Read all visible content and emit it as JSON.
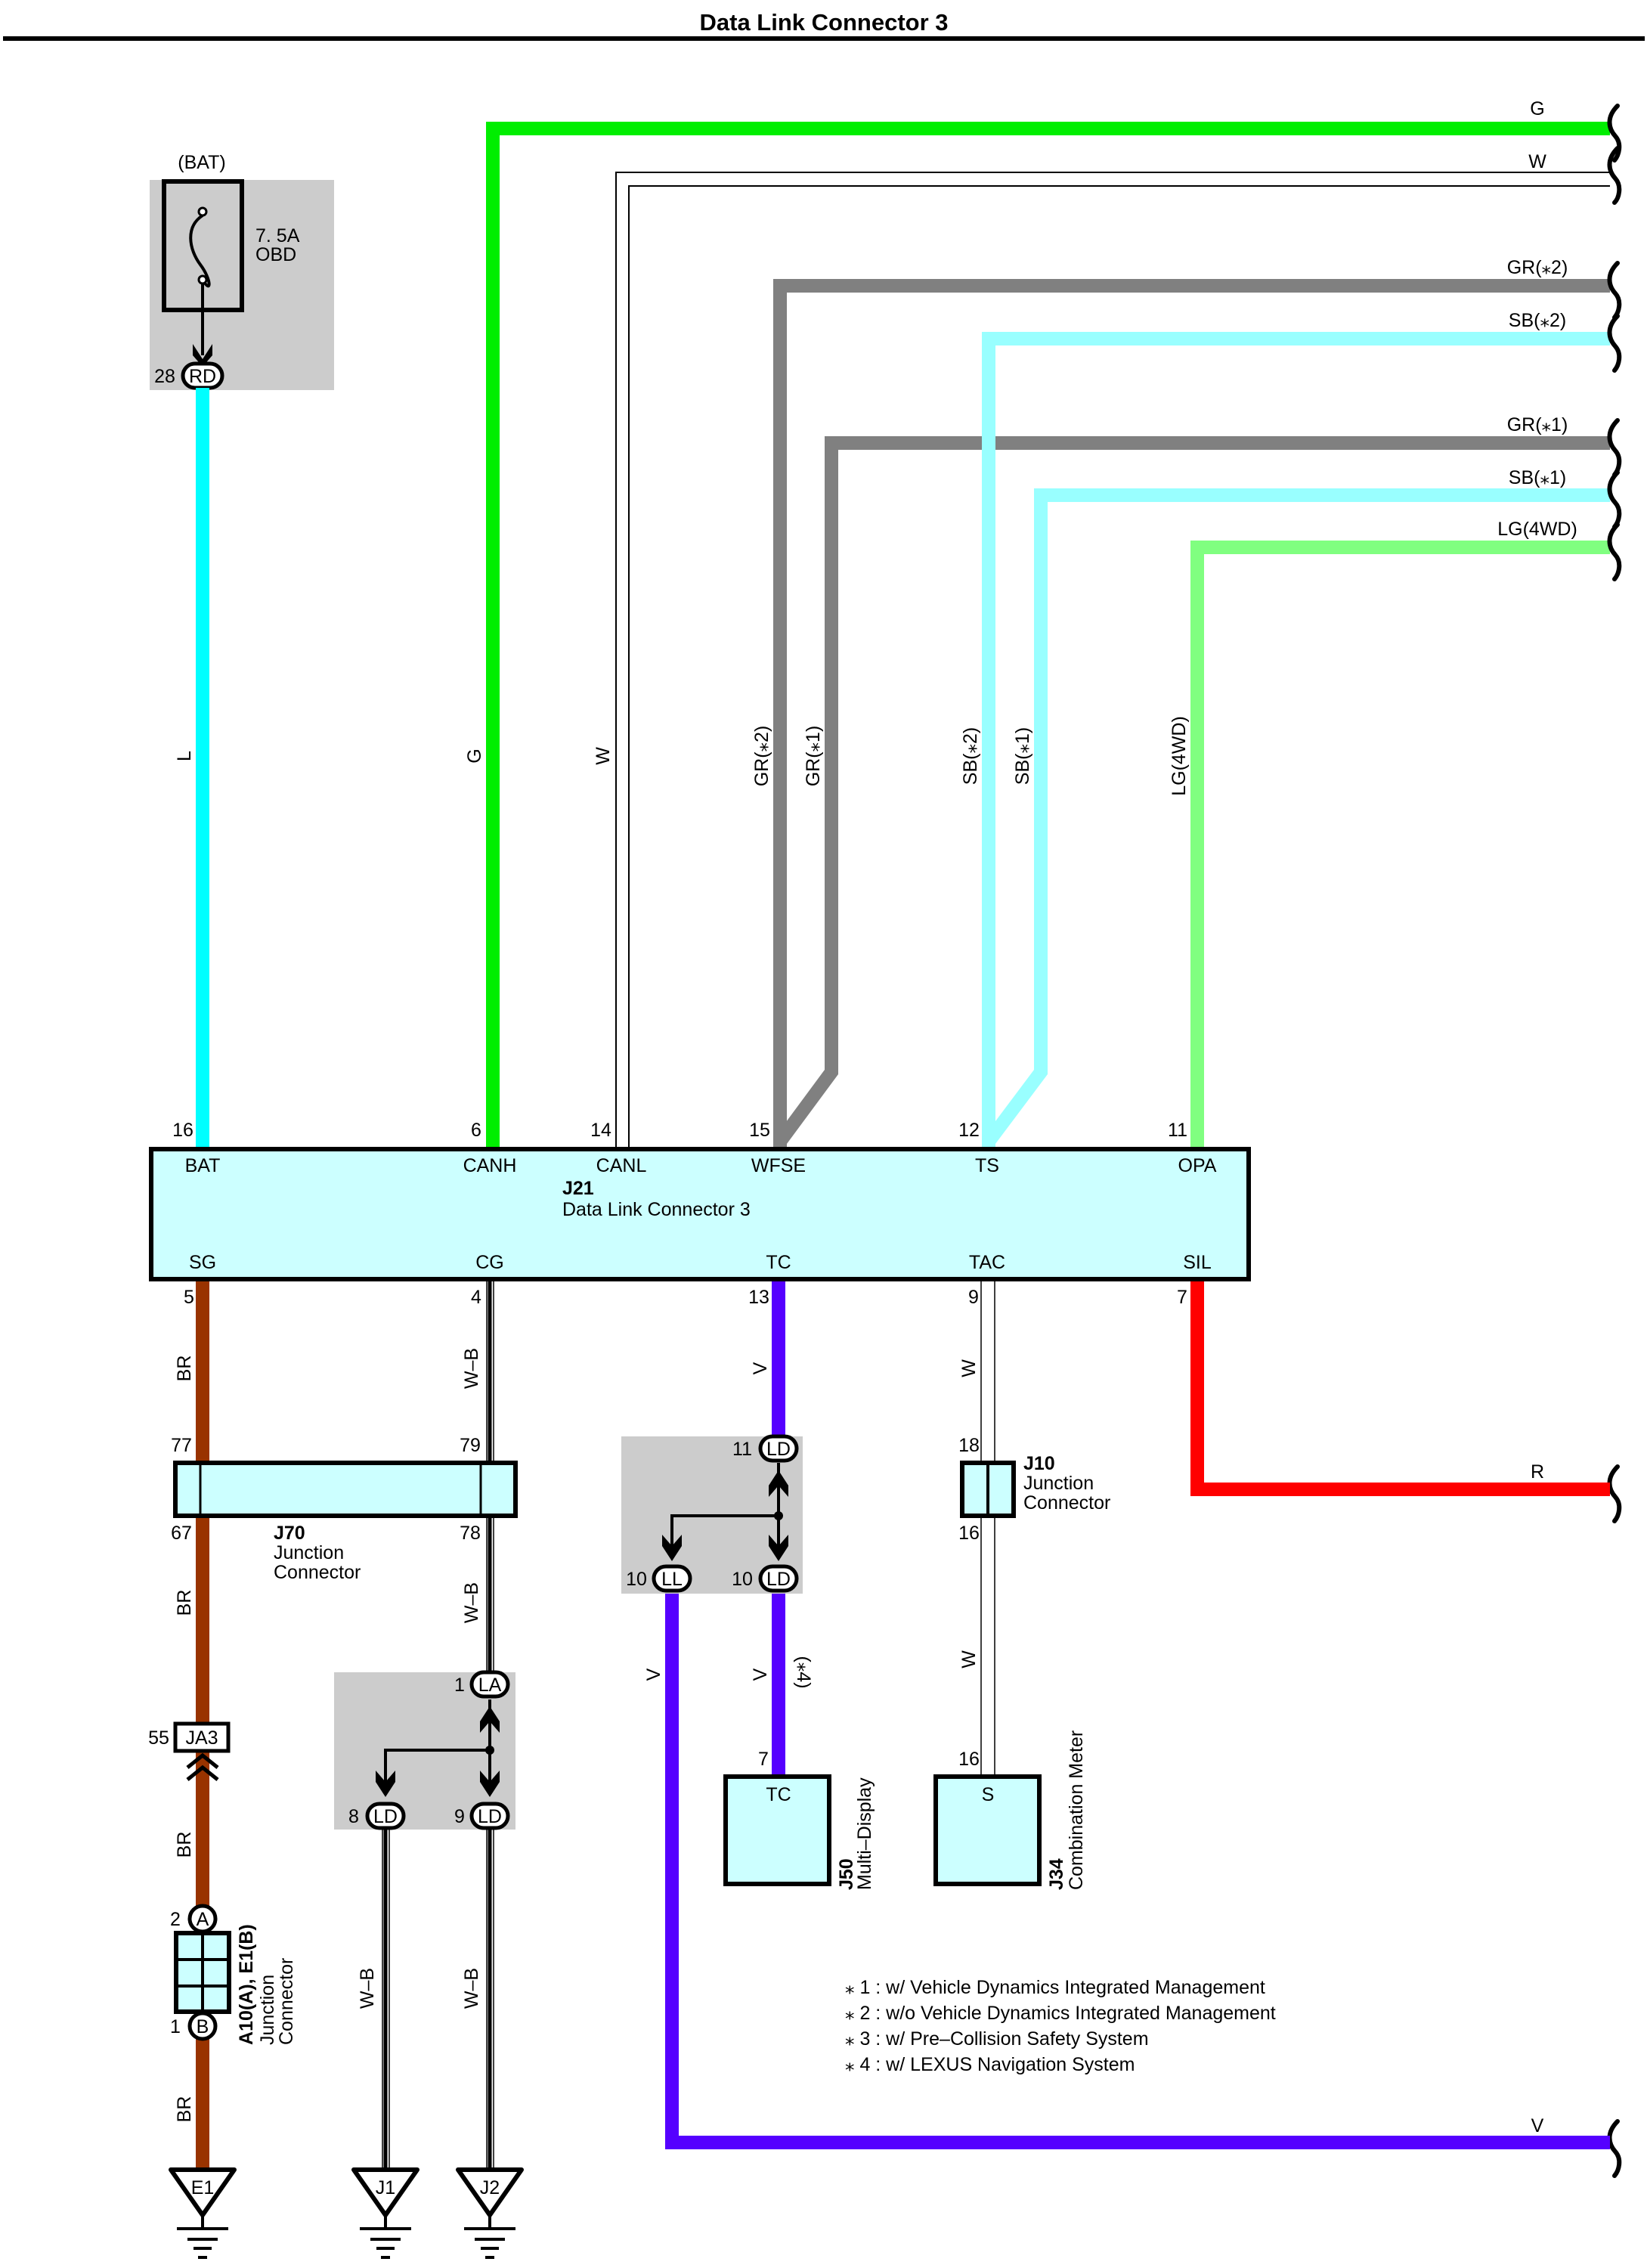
{
  "title": "Data Link Connector 3",
  "colors": {
    "L": "#00ffff",
    "G": "#00ee00",
    "GR": "#808080",
    "SB": "#99ffff",
    "LG": "#80ff80",
    "BR": "#993300",
    "V": "#5500ff",
    "R": "#ff0000",
    "W": "#ffffff",
    "connector_fill": "#ccffff",
    "shade": "#cccccc"
  },
  "fuse": {
    "source": "(BAT)",
    "rating": "7. 5A",
    "name": "OBD",
    "terminal_pin": "28",
    "terminal_code": "RD"
  },
  "main_connector": {
    "id": "J21",
    "name": "Data Link Connector 3",
    "top_pins": [
      {
        "pin": "16",
        "name": "BAT",
        "wire": "L"
      },
      {
        "pin": "6",
        "name": "CANH",
        "wire": "G"
      },
      {
        "pin": "14",
        "name": "CANL",
        "wire": "W"
      },
      {
        "pin": "15",
        "name": "WFSE",
        "wire": "GR"
      },
      {
        "pin": "12",
        "name": "TS",
        "wire": "SB"
      },
      {
        "pin": "11",
        "name": "OPA",
        "wire": "LG"
      }
    ],
    "bottom_pins": [
      {
        "pin": "5",
        "name": "SG",
        "wire": "BR"
      },
      {
        "pin": "4",
        "name": "CG",
        "wire": "W-B"
      },
      {
        "pin": "13",
        "name": "TC",
        "wire": "V"
      },
      {
        "pin": "9",
        "name": "TAC",
        "wire": "W"
      },
      {
        "pin": "7",
        "name": "SIL",
        "wire": "R"
      }
    ]
  },
  "upper_wire_labels": {
    "L": "L",
    "G": "G",
    "W": "W",
    "GR2": "GR(⁎2)",
    "GR1": "GR(⁎1)",
    "SB2": "SB(⁎2)",
    "SB1": "SB(⁎1)",
    "LG": "LG(4WD)"
  },
  "right_exits": [
    {
      "label": "G"
    },
    {
      "label": "W"
    },
    {
      "label": "GR(⁎2)"
    },
    {
      "label": "SB(⁎2)"
    },
    {
      "label": "GR(⁎1)"
    },
    {
      "label": "SB(⁎1)"
    },
    {
      "label": "LG(4WD)"
    },
    {
      "label": "R"
    },
    {
      "label": "V"
    }
  ],
  "lower_wire_labels": {
    "BR": "BR",
    "WB": "W–B",
    "V": "V",
    "W": "W",
    "V4": "(⁎4)"
  },
  "j70": {
    "id": "J70",
    "line1": "Junction",
    "line2": "Connector",
    "pins": [
      "77",
      "79",
      "67",
      "78"
    ]
  },
  "j10": {
    "id": "J10",
    "line1": "Junction",
    "line2": "Connector",
    "pin_top": "18",
    "pin_bottom": "16"
  },
  "ld_block": {
    "top": {
      "pin": "11",
      "code": "LD"
    },
    "left": {
      "pin": "10",
      "code": "LL"
    },
    "right": {
      "pin": "10",
      "code": "LD"
    }
  },
  "la_block": {
    "top": {
      "pin": "1",
      "code": "LA"
    },
    "left": {
      "pin": "8",
      "code": "LD"
    },
    "right": {
      "pin": "9",
      "code": "LD"
    }
  },
  "ja3": {
    "pin": "55",
    "code": "JA3"
  },
  "a10": {
    "name": "A10(A), E1(B)",
    "line1": "Junction",
    "line2": "Connector",
    "pin_a": "2",
    "code_a": "A",
    "pin_b": "1",
    "code_b": "B"
  },
  "j50": {
    "id": "J50",
    "name": "Multi–Display",
    "terminal": "TC",
    "pin": "7"
  },
  "j34": {
    "id": "J34",
    "name": "Combination Meter",
    "terminal": "S",
    "pin": "16"
  },
  "grounds": [
    "E1",
    "J1",
    "J2"
  ],
  "notes": [
    "⁎ 1 : w/ Vehicle Dynamics Integrated Management",
    "⁎ 2 : w/o Vehicle Dynamics Integrated Management",
    "⁎ 3 : w/ Pre–Collision Safety System",
    "⁎ 4 : w/ LEXUS Navigation System"
  ]
}
